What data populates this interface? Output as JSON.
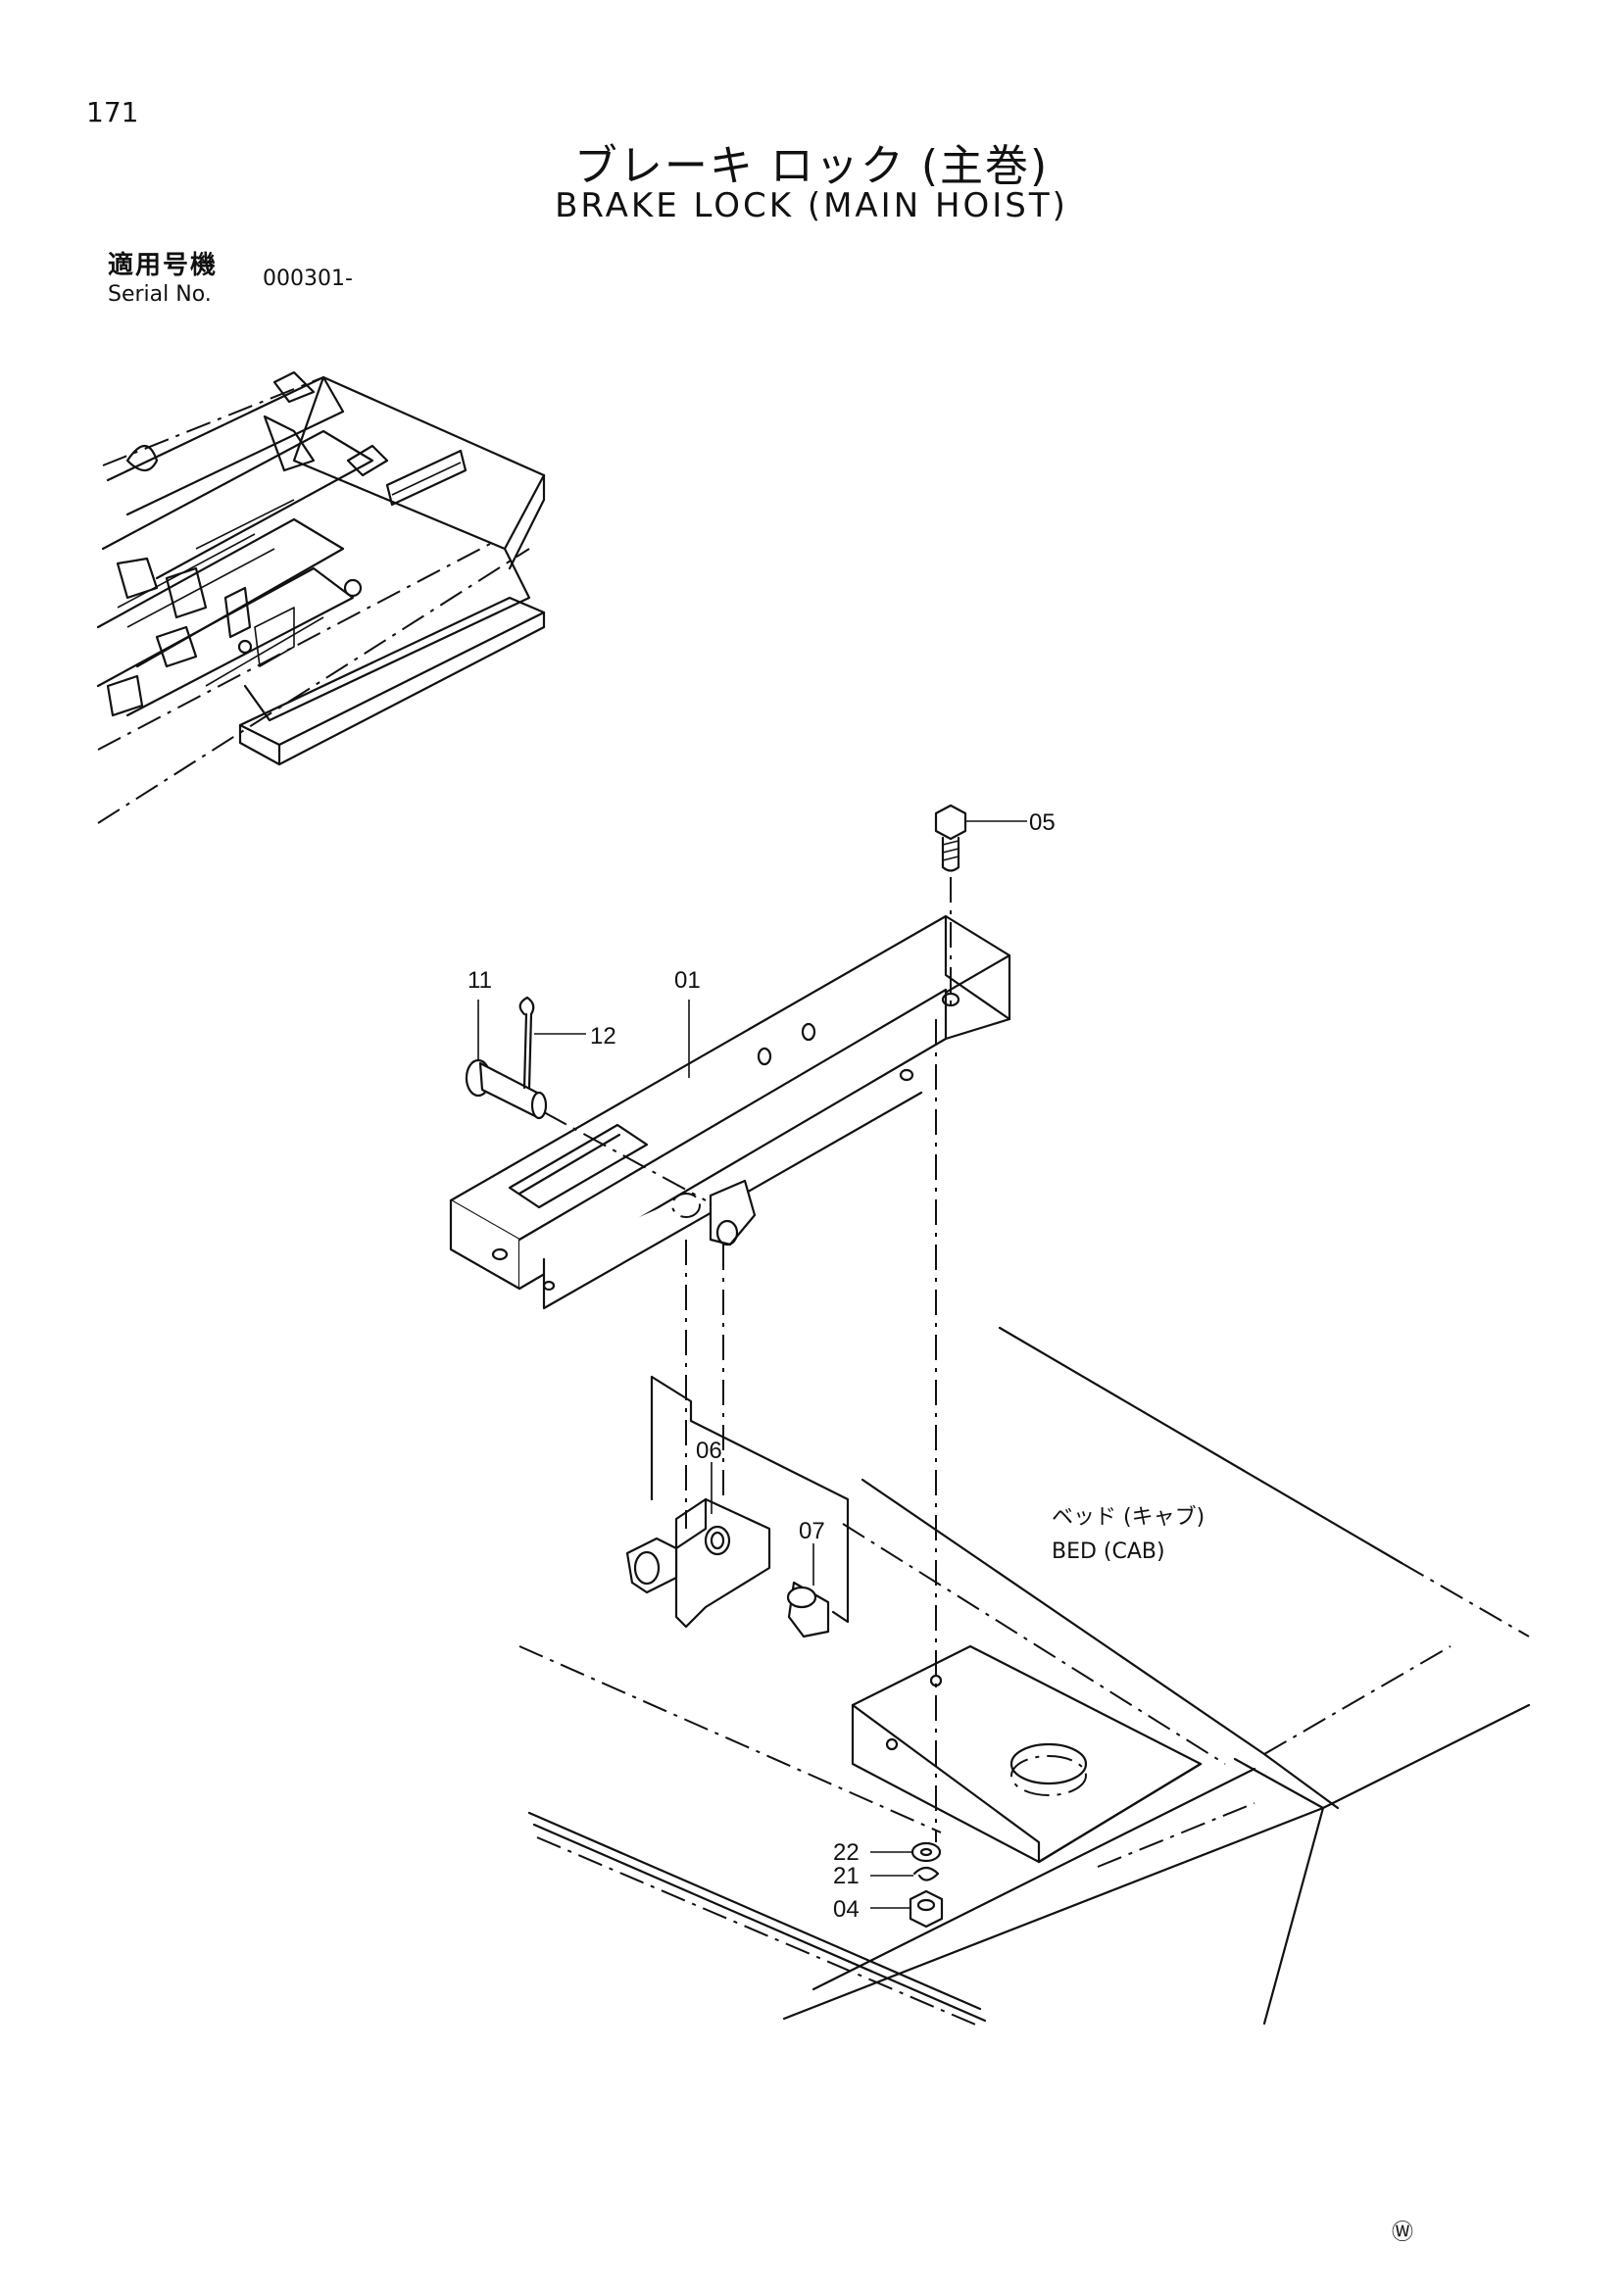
{
  "page": {
    "number": "171",
    "title_jp": "ブレーキ ロック (主巻)",
    "title_en": "BRAKE LOCK (MAIN HOIST)"
  },
  "serial": {
    "label_jp": "適用号機",
    "label_en": "Serial No.",
    "value": "000301-"
  },
  "callouts": {
    "c01": "01",
    "c04": "04",
    "c05": "05",
    "c06": "06",
    "c07": "07",
    "c11": "11",
    "c12": "12",
    "c21": "21",
    "c22": "22"
  },
  "notes": {
    "bed_jp": "ベッド (キャブ)",
    "bed_en": "BED (CAB)",
    "mark": "Ⓦ"
  }
}
